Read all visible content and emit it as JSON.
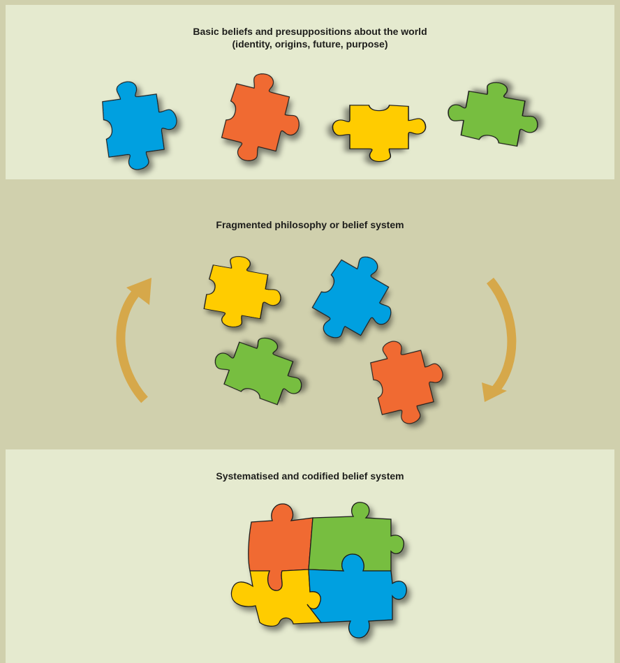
{
  "panels": {
    "top": {
      "line1": "Basic beliefs and presuppositions about the world",
      "line2": "(identity, origins, future, purpose)"
    },
    "middle": {
      "caption": "Fragmented philosophy or belief system"
    },
    "bottom": {
      "caption": "Systematised and codified belief system"
    }
  },
  "colors": {
    "blue": "#00a0e0",
    "orange": "#f06a30",
    "yellow": "#ffcc00",
    "green": "#77be40",
    "arrow": "#d6a84a"
  },
  "icons": [
    "puzzle-piece-icon",
    "cycle-arrow-icon"
  ]
}
